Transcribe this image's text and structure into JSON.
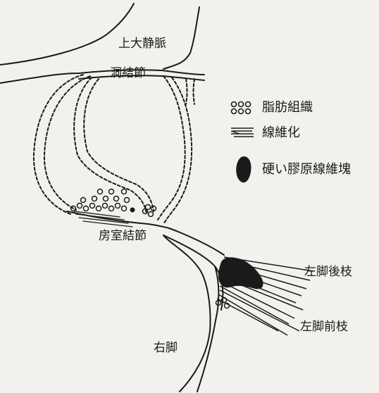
{
  "labels": {
    "superior_vena_cava": "上大静脈",
    "sa_node": "洞結節",
    "av_node": "房室結節",
    "left_posterior_fascicle": "左脚後枝",
    "left_anterior_fascicle": "左脚前枝",
    "right_bundle": "右脚"
  },
  "legend": {
    "fat": "脂肪組織",
    "fibrosis": "線維化",
    "hard_collagen": "硬い膠原線維塊"
  },
  "colors": {
    "ink": "#1a1a1a",
    "paper": "#f3f1ed"
  }
}
